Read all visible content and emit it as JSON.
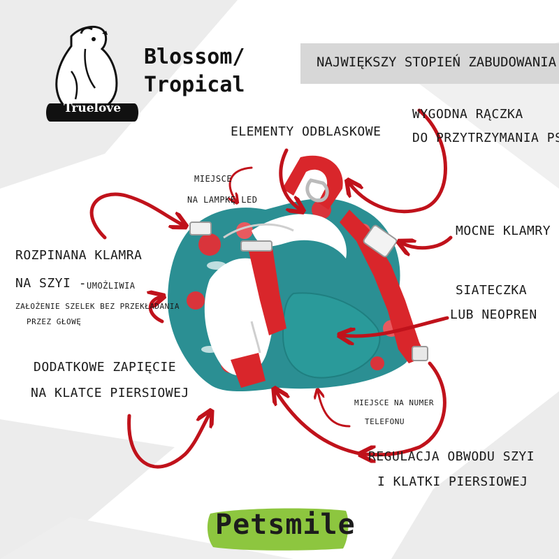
{
  "brand": {
    "name": "Truelove",
    "logo_icon": "dog-head-logo-icon"
  },
  "product": {
    "title_line1": "Blossom/",
    "title_line2": "Tropical"
  },
  "banner": {
    "text": "NAJWIĘKSZY STOPIEŃ ZABUDOWANIA"
  },
  "labels": {
    "reflective": "ELEMENTY ODBLASKOWE",
    "handle_line1": "WYGODNA RĄCZKA",
    "handle_line2": "DO PRZYTRZYMANIA PSA",
    "lamp_line1": "MIEJSCE",
    "lamp_line2": "NA LAMPKĘ LED",
    "buckles": "MOCNE KLAMRY",
    "neck_line1": "ROZPINANA KLAMRA",
    "neck_line2": "NA SZYI -",
    "neck_line2_small": "UMOŻLIWIA",
    "neck_line3": "ZAŁOŻENIE SZELEK BEZ PRZEKŁADANIA",
    "neck_line4": "PRZEZ GŁOWĘ",
    "mesh_line1": "SIATECZKA",
    "mesh_line2": "LUB NEOPREN",
    "chest_line1": "DODATKOWE ZAPIĘCIE",
    "chest_line2": "NA KLATCE PIERSIOWEJ",
    "phone_line1": "MIEJSCE NA NUMER",
    "phone_line2": "TELEFONU",
    "adjust_line1": "REGULACJA OBWODU SZYI",
    "adjust_line2": "I KLATKI PIERSIOWEJ"
  },
  "footer": {
    "logo_text": "Petsmile"
  },
  "colors": {
    "arrow": "#c0121b",
    "strap": "#d9262b",
    "fabric_teal": "#2b8f93",
    "mesh": "#2a9a9a",
    "banner_bg": "#d7d7d7",
    "bg_shape": "#ececec",
    "petsmile_green": "#8dc63f"
  }
}
